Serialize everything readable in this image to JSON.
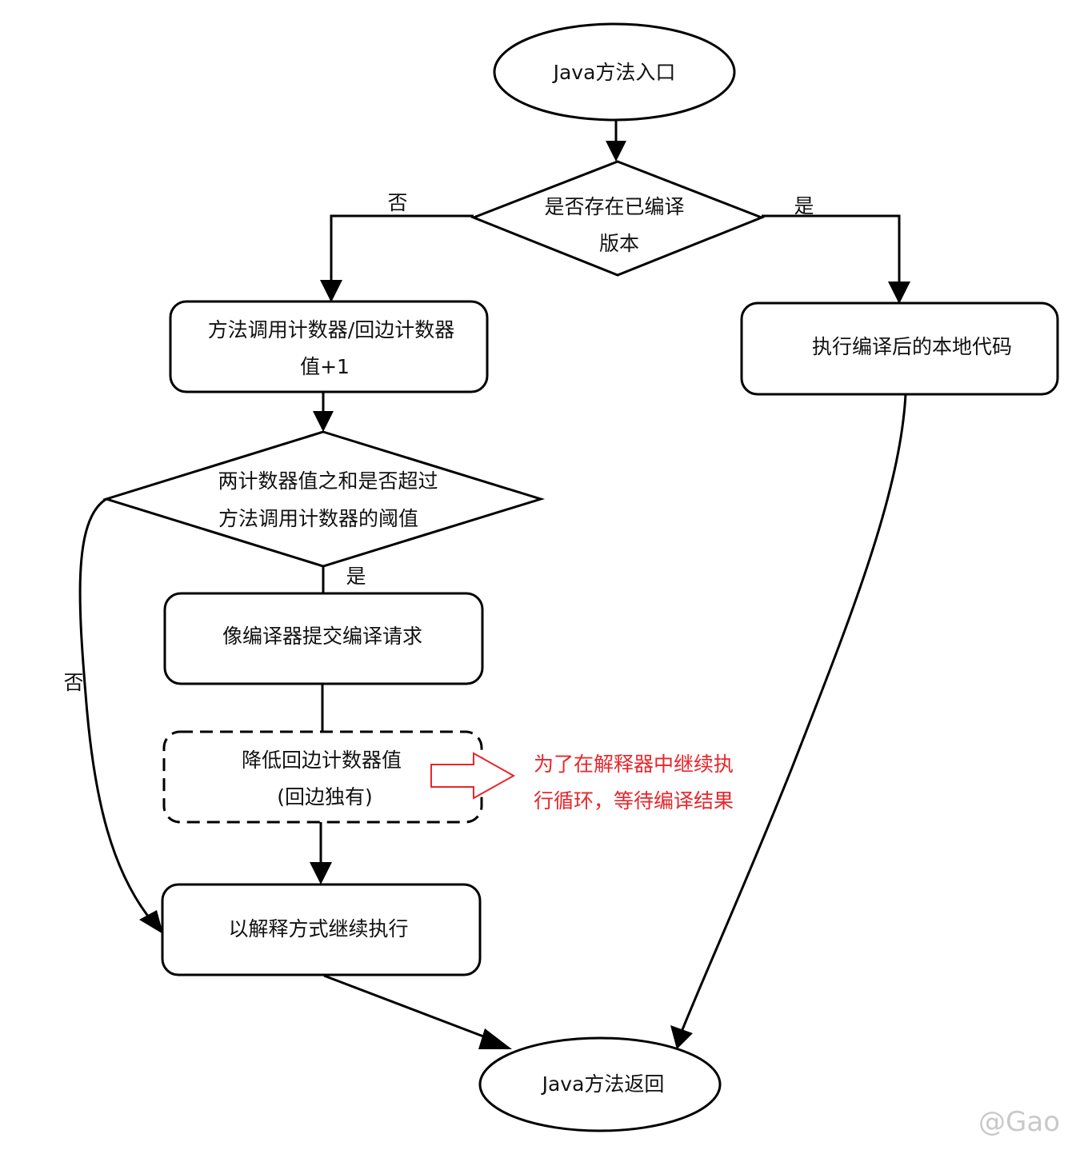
{
  "nodes": {
    "start": {
      "lines": [
        "Java方法入口"
      ]
    },
    "decision_compiled": {
      "lines": [
        "是否存在已编译",
        "版本"
      ]
    },
    "counter_increment": {
      "lines": [
        "方法调用计数器/回边计数器",
        "值+1"
      ]
    },
    "execute_native": {
      "lines": [
        "执行编译后的本地代码"
      ]
    },
    "decision_threshold": {
      "lines": [
        "两计数器值之和是否超过",
        "方法调用计数器的阈值"
      ]
    },
    "submit_compile": {
      "lines": [
        "像编译器提交编译请求"
      ]
    },
    "lower_backedge": {
      "lines": [
        "降低回边计数器值",
        "(回边独有)"
      ]
    },
    "interpret": {
      "lines": [
        "以解释方式继续执行"
      ]
    },
    "end": {
      "lines": [
        "Java方法返回"
      ]
    }
  },
  "edge_labels": {
    "compiled_no": "否",
    "compiled_yes": "是",
    "threshold_yes": "是",
    "threshold_no": "否"
  },
  "annotation": {
    "lines": [
      "为了在解释器中继续执",
      "行循环，等待编译结果"
    ],
    "color": "#e8262b"
  },
  "watermark": "@Gao"
}
